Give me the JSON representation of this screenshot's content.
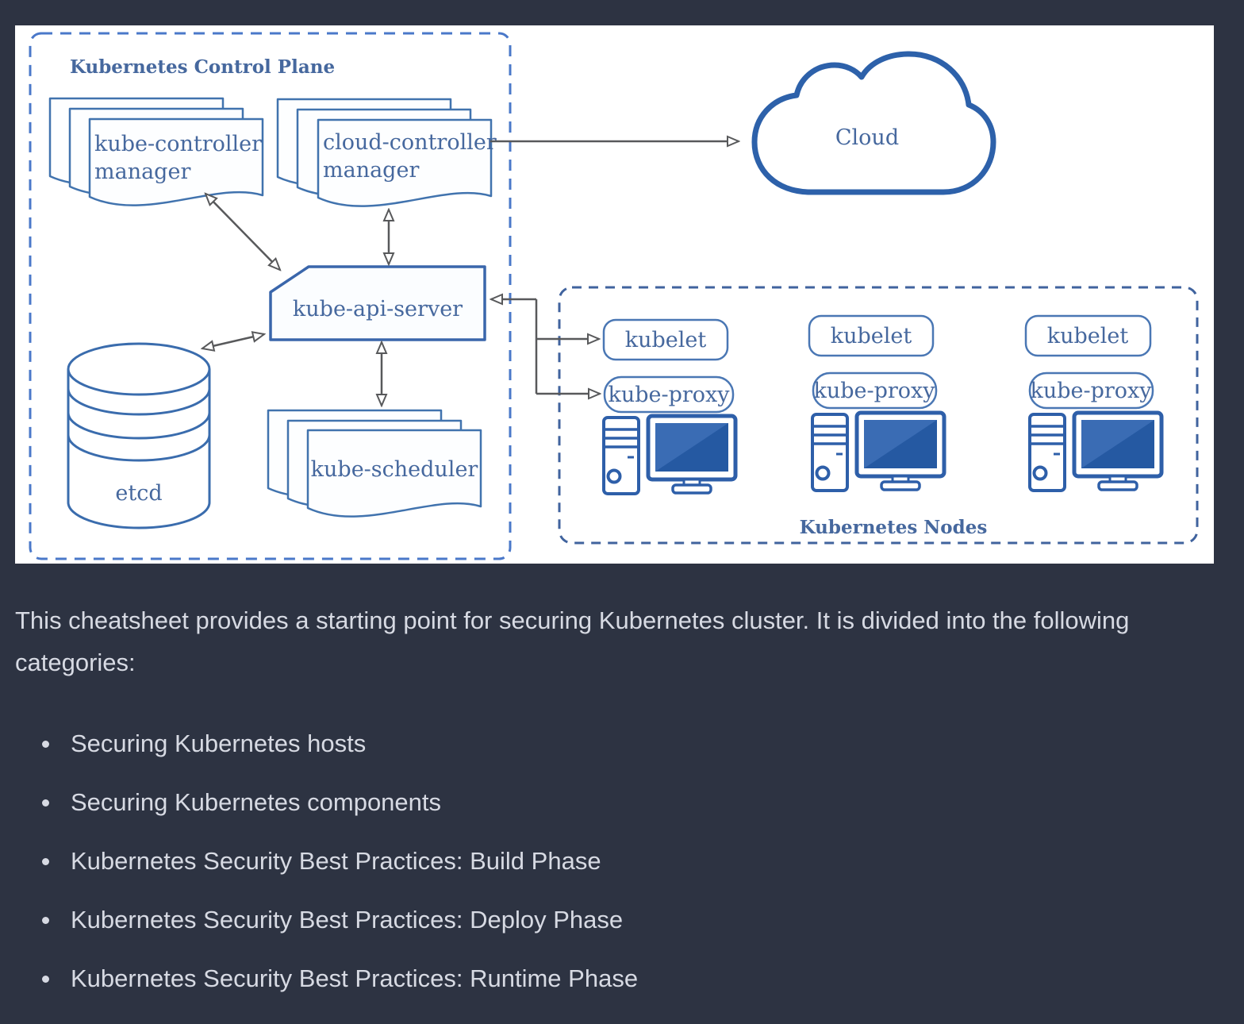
{
  "diagram": {
    "control_plane": {
      "label": "Kubernetes Control Plane",
      "kube_controller_manager": [
        "kube-controller",
        "manager"
      ],
      "cloud_controller_manager": [
        "cloud-controller",
        "manager"
      ],
      "kube_api_server": "kube-api-server",
      "etcd": "etcd",
      "kube_scheduler": "kube-scheduler"
    },
    "cloud": {
      "label": "Cloud"
    },
    "nodes": {
      "label": "Kubernetes Nodes",
      "kubelet": "kubelet",
      "kube_proxy": "kube-proxy",
      "node_count": 3
    },
    "colors": {
      "shape_blue": "#3a68ae",
      "doc_border_blue": "#4173ae",
      "dashed_control_plane": "#4a78c9",
      "dashed_nodes": "#40639e",
      "text_blue": "#46689e",
      "screen_blue": "#2559a2",
      "screen_highlight": "#3a6cb4",
      "arrow_gray": "#58595b",
      "control_plane_label_gray": "#6c6c6e",
      "nodes_label_gray": "#54575c",
      "canvas_white": "#ffffff"
    }
  },
  "intro": {
    "paragraph": "This cheatsheet provides a starting point for securing Kubernetes cluster. It is divided into the following categories:",
    "categories": [
      "Securing Kubernetes hosts",
      "Securing Kubernetes components",
      "Kubernetes Security Best Practices: Build Phase",
      "Kubernetes Security Best Practices: Deploy Phase",
      "Kubernetes Security Best Practices: Runtime Phase"
    ]
  },
  "page": {
    "background": "#2d3342",
    "text_color": "#d7dae3"
  }
}
